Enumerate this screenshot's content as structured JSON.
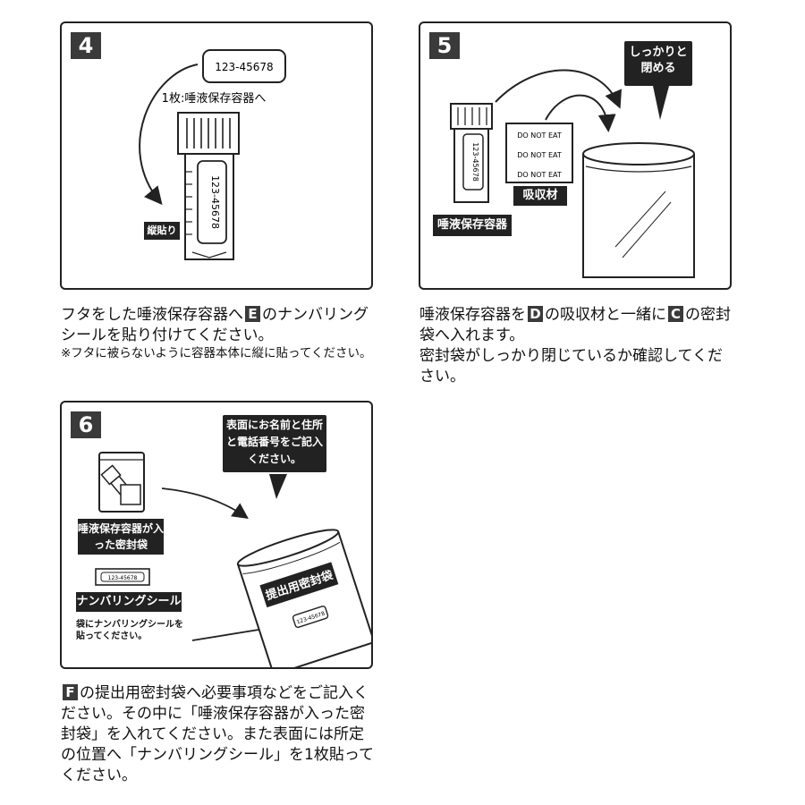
{
  "step4": {
    "num": "4",
    "label_number": "123-45678",
    "instruction": "1枚:唾液保存容器へ",
    "tube_label": "123-45678",
    "badge": "縦貼り",
    "caption_pre": "フタをした唾液保存容器へ",
    "key": "E",
    "caption_post": "のナンバリングシールを貼り付けてください。",
    "note": "※フタに被らないように容器本体に縦に貼ってください。"
  },
  "step5": {
    "num": "5",
    "callout": "しっかりと閉める",
    "tube_label": "123-45678",
    "absorber_text": "DO NOT EAT",
    "absorber_label": "吸収材",
    "tube_caption": "唾液保存容器",
    "caption_a": "唾液保存容器を",
    "key_d": "D",
    "caption_b": "の吸収材と一緒に",
    "key_c": "C",
    "caption_c": "の密封袋へ入れます。",
    "caption_d": "密封袋がしっかり閉じているか確認してください。"
  },
  "step6": {
    "num": "6",
    "callout": "表面にお名前と住所と電話番号をご記入ください。",
    "bag_label": "唾液保存容器が入った密封袋",
    "seal_number": "123-45678",
    "seal_label": "ナンバリングシール",
    "seal_note": "袋にナンバリングシールを貼ってください。",
    "big_bag_label": "提出用密封袋",
    "big_bag_seal": "123-45678",
    "key_f": "F",
    "caption": "の提出用密封袋へ必要事項などをご記入ください。その中に「唾液保存容器が入った密封袋」を入れてください。また表面には所定の位置へ「ナンバリングシール」を1枚貼ってください。"
  }
}
